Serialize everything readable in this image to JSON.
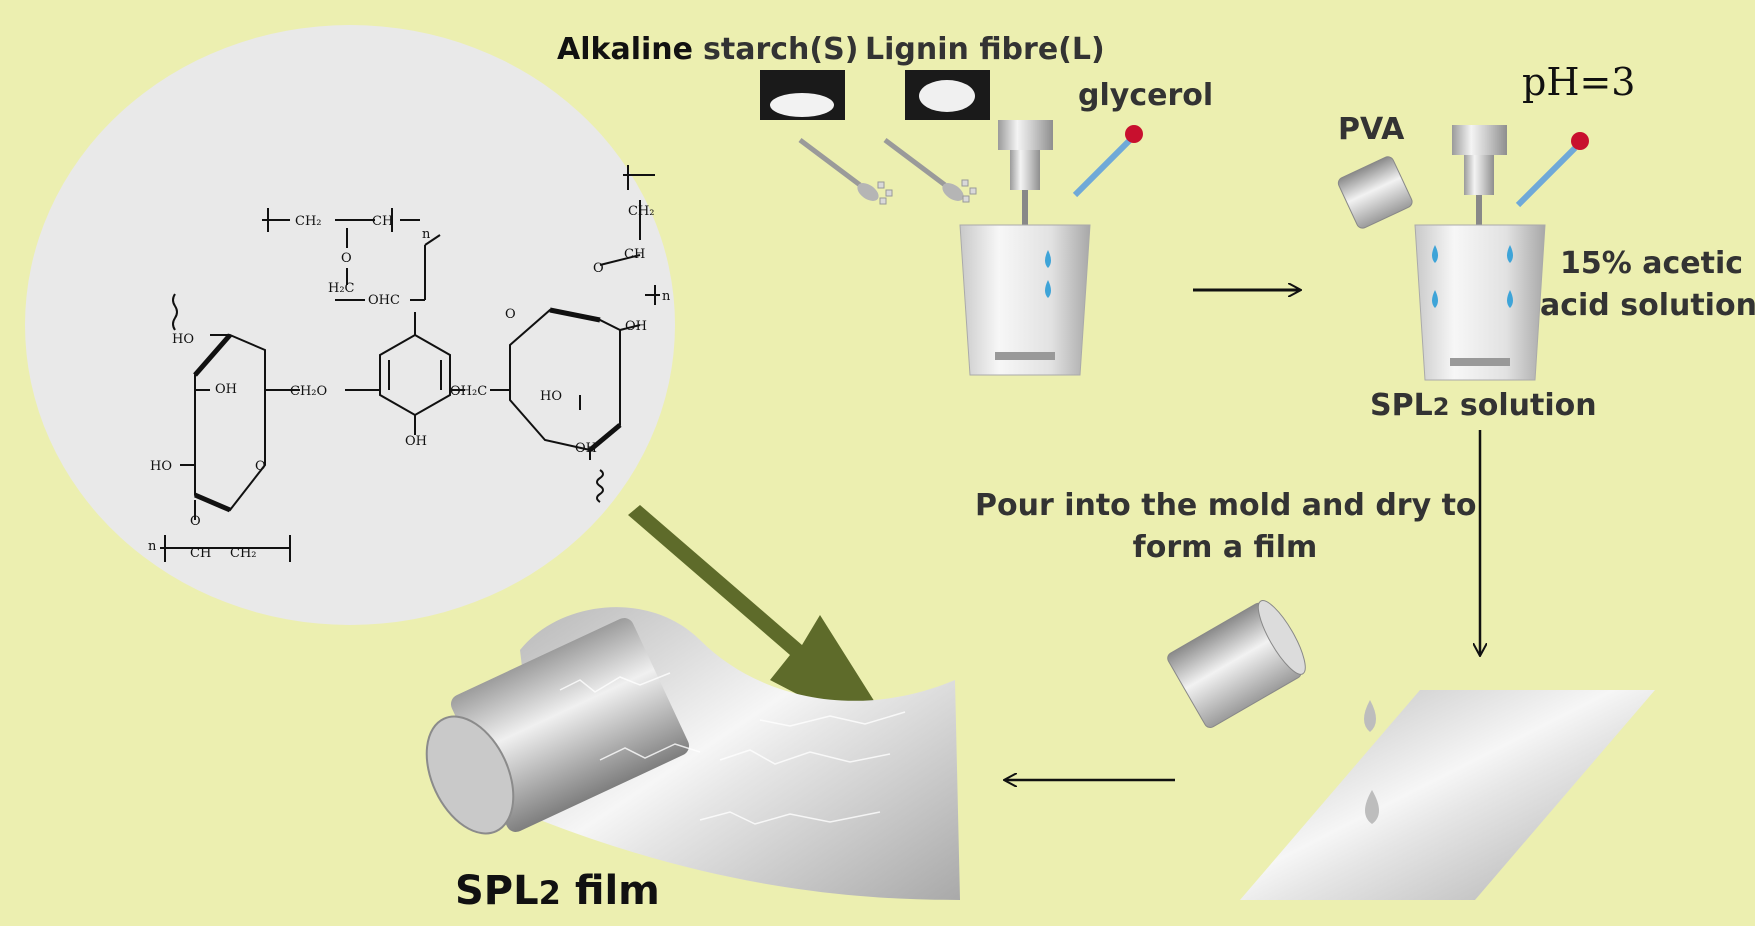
{
  "ingredients": {
    "alkaline": "Alkaline",
    "starch": "starch(S)",
    "lignin": "Lignin fibre(L)",
    "glycerol": "glycerol"
  },
  "acidification": {
    "ph": "pH=3",
    "pva": "PVA",
    "acetic_line1": "15% acetic",
    "acetic_line2": "acid solution",
    "solution_prefix": "SPL",
    "solution_sub": "2",
    "solution_suffix": " solution"
  },
  "casting": {
    "line1": "Pour into the mold and dry to",
    "line2": "form a film"
  },
  "film": {
    "prefix": "SPL",
    "sub": "2",
    "suffix": " film"
  },
  "structure": {
    "ch2": "CH",
    "ch2_sub": "2",
    "ch": "CH",
    "n": "n",
    "o": "O",
    "oh": "OH",
    "ho": "HO",
    "h2c": "H",
    "ohc": "OHC",
    "ch2o": "CH",
    "oh2c": "OH"
  },
  "colors": {
    "background": "#ecefb0",
    "bubble": "#e9e9e9",
    "arrow_olive": "#5e6b2a",
    "droplet": "#3ea4d8",
    "dropper_tip": "#c8102e"
  }
}
